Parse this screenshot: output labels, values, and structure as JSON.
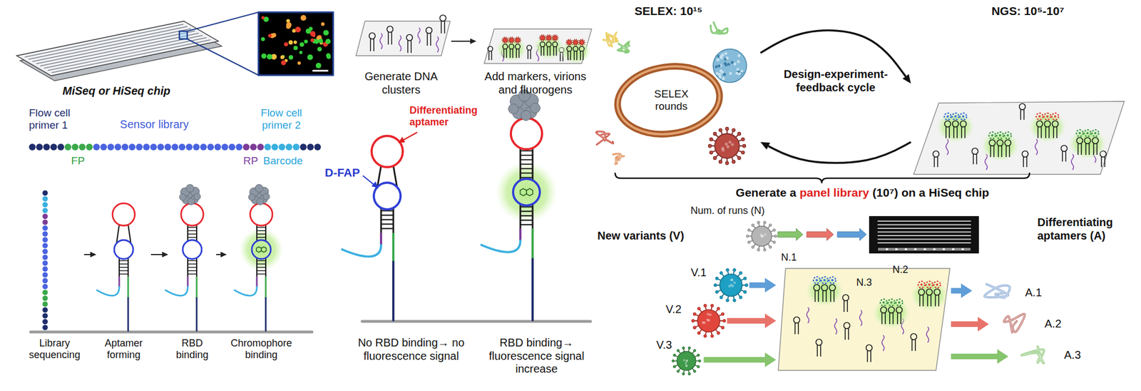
{
  "diagram": {
    "nodes": [
      {
        "text": [
          "Library sequencing"
        ]
      },
      {
        "text": [
          "Aptamer forming"
        ]
      },
      {
        "text": [
          "RBD binding"
        ]
      },
      {
        "text": [
          "Chromophore binding"
        ]
      },
      {
        "text": [
          "Generate DNA clusters"
        ]
      },
      {
        "text": [
          "Add markers, virions and fluorogens"
        ]
      },
      {
        "text": [
          "SELEX: 10¹⁵",
          "SELEX rounds"
        ]
      },
      {
        "text": [
          "NGS: 10⁵-10⁷"
        ]
      },
      {
        "text": [
          "V.1"
        ]
      },
      {
        "text": [
          "V.2"
        ]
      },
      {
        "text": [
          "V.3"
        ]
      },
      {
        "text": [
          "N.1",
          "N.3",
          "N.2"
        ]
      },
      {
        "text": [
          "A.1"
        ]
      },
      {
        "text": [
          "A.2"
        ]
      },
      {
        "text": [
          "A.3"
        ]
      }
    ],
    "edges": [
      {
        "from": 0,
        "to": 1,
        "arrow": "to"
      },
      {
        "from": 1,
        "to": 2,
        "arrow": "to"
      },
      {
        "from": 2,
        "to": 3,
        "arrow": "to"
      },
      {
        "from": 4,
        "to": 5,
        "arrow": "to"
      },
      {
        "from": 6,
        "to": 7,
        "label": "Design-experiment- feedback cycle",
        "arrow": "to"
      },
      {
        "from": 7,
        "to": 6,
        "arrow": "to"
      },
      {
        "from": 8,
        "to": 11,
        "arrow": "to"
      },
      {
        "from": 9,
        "to": 11,
        "arrow": "to"
      },
      {
        "from": 10,
        "to": 11,
        "arrow": "to"
      },
      {
        "from": 11,
        "to": 12,
        "arrow": "to"
      },
      {
        "from": 11,
        "to": 13,
        "arrow": "to"
      },
      {
        "from": 11,
        "to": 14,
        "arrow": "to"
      }
    ],
    "labels": [
      "MiSeq or HiSeq chip",
      "Flow cell primer 1",
      "Sensor library",
      "Flow cell primer 2",
      "FP",
      "RP",
      "Barcode",
      "Differentiating aptamer",
      "D-FAP",
      "No RBD binding→ no fluorescence signal",
      "RBD binding→ fluorescence signal increase",
      "Generate a",
      "panel library",
      "(10⁷) on a HiSeq chip",
      "Num. of runs (N)",
      "New variants (V)",
      "Differentiating aptamers (A)"
    ]
  }
}
